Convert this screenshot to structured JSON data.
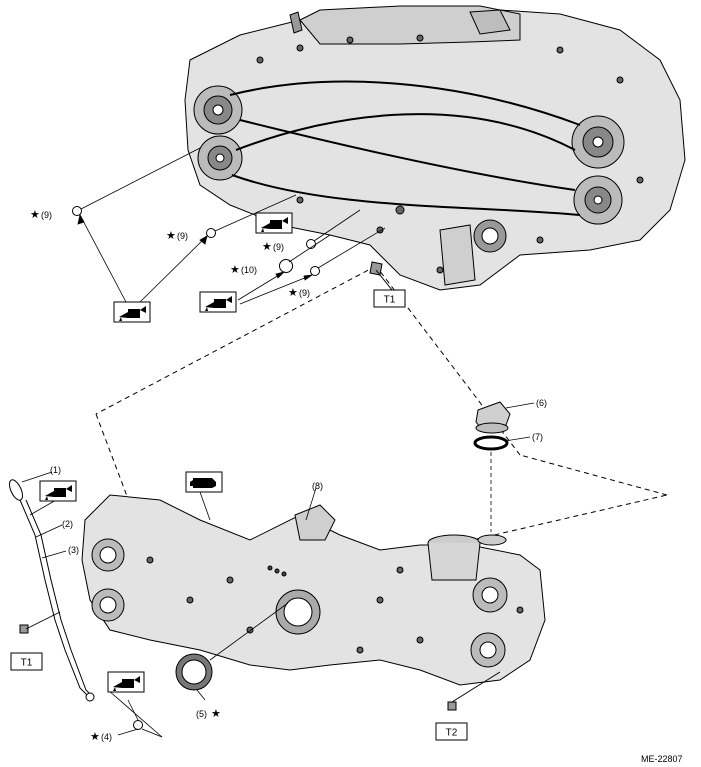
{
  "figure_id": "ME-22807",
  "callouts": {
    "c1": "(1)",
    "c2": "(2)",
    "c3": "(3)",
    "c4": "(4)",
    "c5": "(5)",
    "c6": "(6)",
    "c7": "(7)",
    "c8": "(8)",
    "c9": "(9)",
    "c10": "(10)"
  },
  "star_symbol": "★",
  "torque_labels": {
    "t1": "T1",
    "t2": "T2"
  },
  "icons": {
    "oil_can": "oil-can-icon",
    "sealant": "sealant-tube-icon"
  },
  "colors": {
    "line": "#000000",
    "engine_fill": "#d9d9d9",
    "background": "#ffffff"
  }
}
